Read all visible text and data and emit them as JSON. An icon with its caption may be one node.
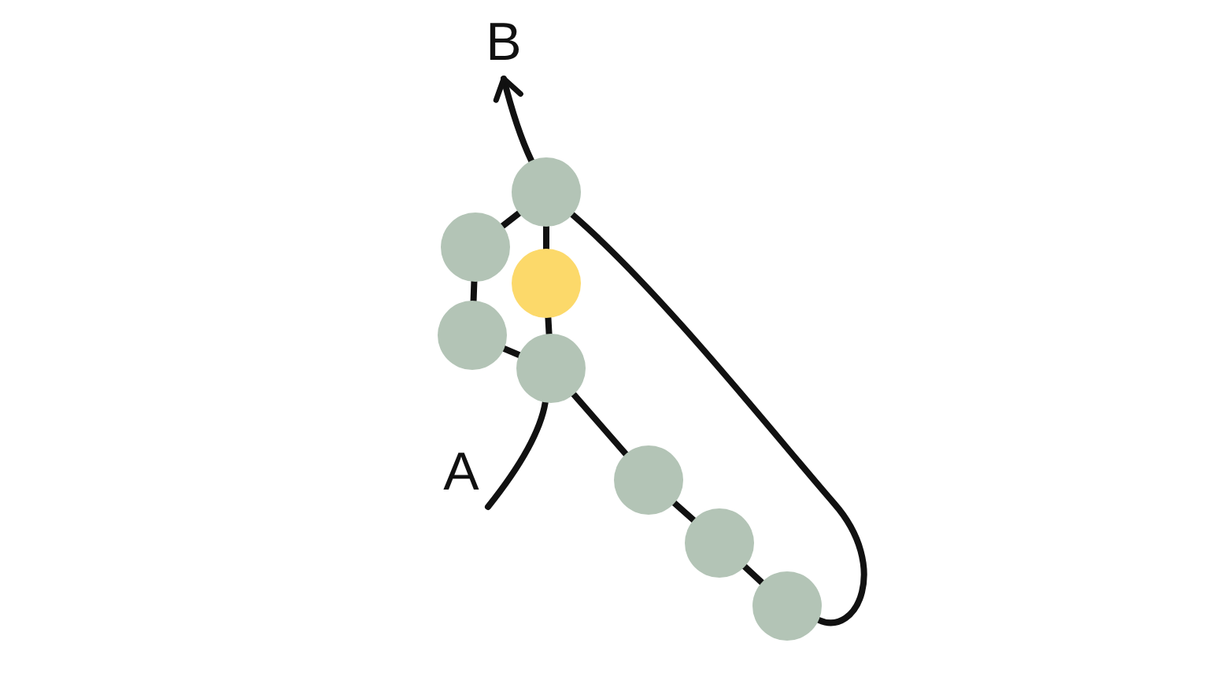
{
  "diagram": {
    "nodes": [
      {
        "text": [
          "B"
        ]
      },
      {
        "text": [],
        "shape": "circle"
      },
      {
        "text": [],
        "shape": "circle"
      },
      {
        "text": [],
        "shape": "circle"
      },
      {
        "text": [],
        "shape": "circle"
      },
      {
        "text": [],
        "shape": "circle"
      },
      {
        "text": [
          "A"
        ]
      },
      {
        "text": [],
        "shape": "circle"
      },
      {
        "text": [],
        "shape": "circle"
      },
      {
        "text": [],
        "shape": "circle"
      }
    ],
    "edges": [
      {
        "from": 6,
        "to": 5,
        "arrow": "none"
      },
      {
        "from": 1,
        "to": 0,
        "arrow": "to"
      },
      {
        "from": 1,
        "to": 2,
        "arrow": "none"
      },
      {
        "from": 2,
        "to": 4,
        "arrow": "none"
      },
      {
        "from": 4,
        "to": 5,
        "arrow": "none"
      },
      {
        "from": 1,
        "to": 3,
        "arrow": "none"
      },
      {
        "from": 3,
        "to": 5,
        "arrow": "none"
      },
      {
        "from": 5,
        "to": 7,
        "arrow": "none"
      },
      {
        "from": 7,
        "to": 8,
        "arrow": "none"
      },
      {
        "from": 8,
        "to": 9,
        "arrow": "none"
      },
      {
        "from": 9,
        "to": 1,
        "arrow": "none"
      }
    ]
  }
}
